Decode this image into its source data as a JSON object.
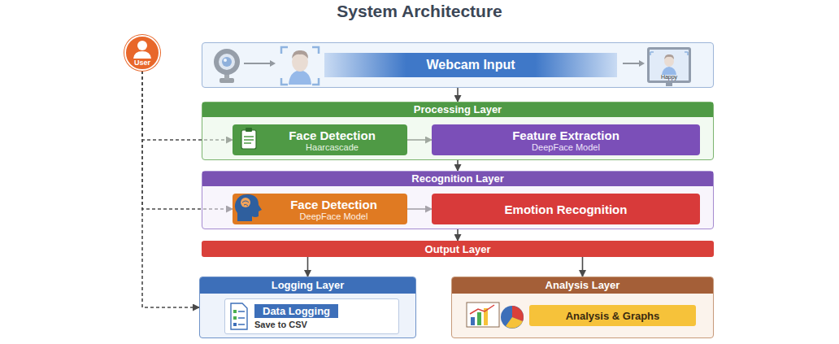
{
  "diagram": {
    "title": "System Architecture",
    "nodes": [
      {
        "text": [
          "User"
        ]
      },
      {
        "text": [
          "Webcam Input"
        ]
      },
      {
        "text": [
          "Processing Layer"
        ]
      },
      {
        "text": [
          "Face Detection",
          "Haarcascade"
        ],
        "in": 2
      },
      {
        "text": [
          "Feature Extraction",
          "DeepFace Model"
        ],
        "in": 2
      },
      {
        "text": [
          "Recognition Layer"
        ]
      },
      {
        "text": [
          "Face Detection",
          "DeepFace Model"
        ],
        "in": 5
      },
      {
        "text": [
          "Emotion Recognition"
        ],
        "in": 5
      },
      {
        "text": [
          "Output Layer"
        ]
      },
      {
        "text": [
          "Logging Layer"
        ]
      },
      {
        "text": [
          "Data Logging",
          "Save to CSV"
        ],
        "in": 9
      },
      {
        "text": [
          "Analysis Layer"
        ]
      },
      {
        "text": [
          "Analysis & Graphs"
        ],
        "in": 11
      }
    ],
    "edges": [
      {
        "from": 1,
        "to": 2,
        "arrow": "to"
      },
      {
        "from": 3,
        "to": 4,
        "arrow": "to"
      },
      {
        "from": 2,
        "to": 5,
        "arrow": "to"
      },
      {
        "from": 6,
        "to": 7,
        "arrow": "to"
      },
      {
        "from": 5,
        "to": 8,
        "arrow": "to"
      },
      {
        "from": 8,
        "to": 9,
        "arrow": "to"
      },
      {
        "from": 8,
        "to": 11,
        "arrow": "to"
      },
      {
        "from": 0,
        "to": 3,
        "arrow": "to"
      },
      {
        "from": 0,
        "to": 6,
        "arrow": "to"
      },
      {
        "from": 0,
        "to": 9,
        "arrow": "to"
      }
    ],
    "labels": [
      "Happy"
    ]
  }
}
